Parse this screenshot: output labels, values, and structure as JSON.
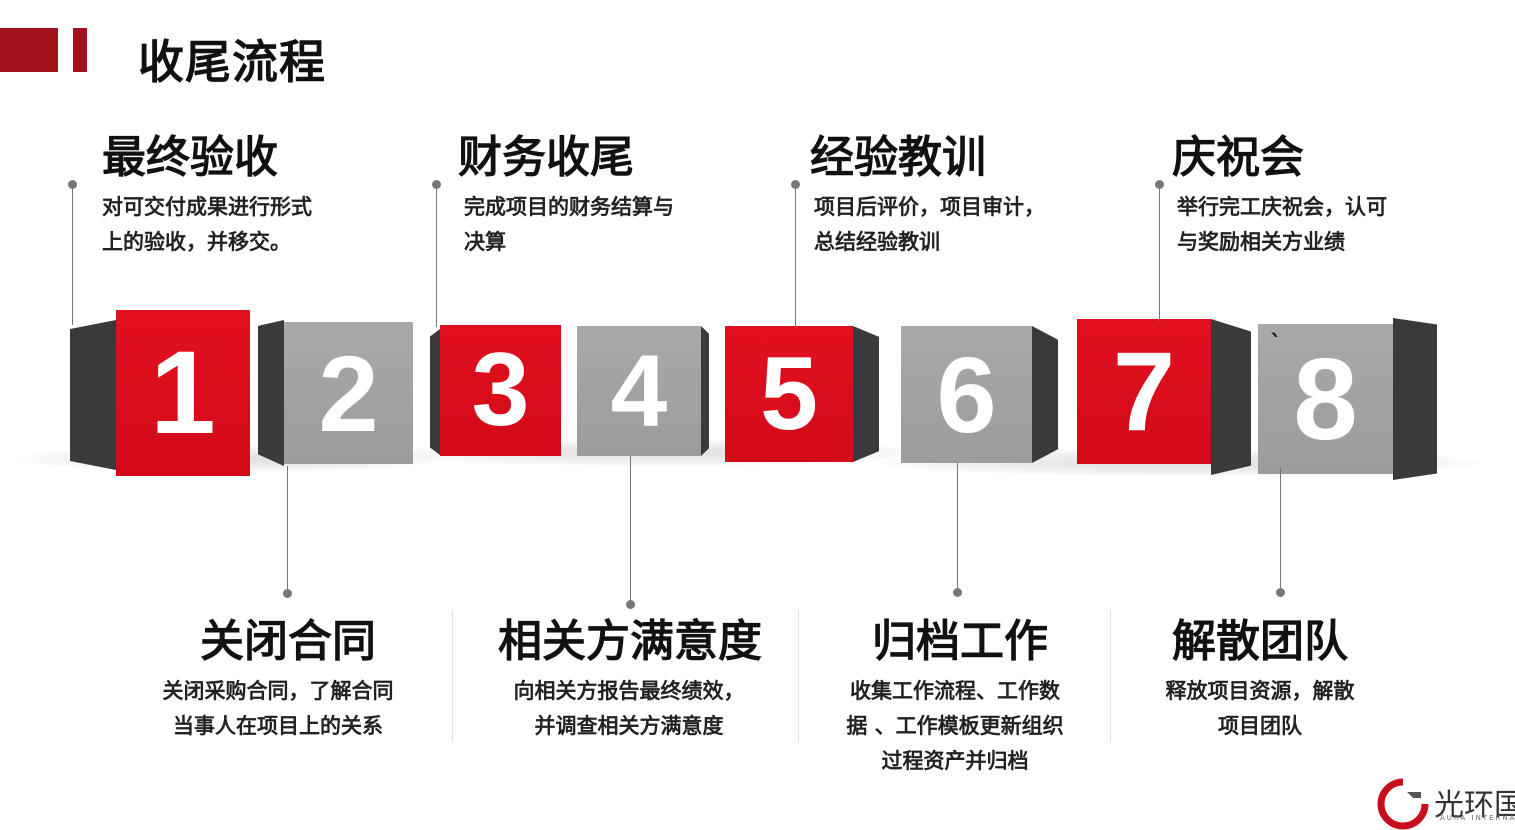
{
  "header": {
    "title": "收尾流程"
  },
  "colors": {
    "red": "#d30a18",
    "grey": "#9c9c9c",
    "dark": "#3a3a3a",
    "accent": "#a3111d"
  },
  "steps": [
    {
      "num": "1",
      "title": "最终验收",
      "desc": [
        "对可交付成果进行形式",
        "上的验收，并移交。"
      ]
    },
    {
      "num": "2",
      "title": "关闭合同",
      "desc": [
        "关闭采购合同，了解合同",
        "当事人在项目上的关系"
      ]
    },
    {
      "num": "3",
      "title": "财务收尾",
      "desc": [
        "完成项目的财务结算与",
        "决算"
      ]
    },
    {
      "num": "4",
      "title": "相关方满意度",
      "desc": [
        "向相关方报告最终绩效，",
        "并调查相关方满意度"
      ]
    },
    {
      "num": "5",
      "title": "经验教训",
      "desc": [
        "项目后评价，项目审计，",
        "总结经验教训"
      ]
    },
    {
      "num": "6",
      "title": "归档工作",
      "desc": [
        "收集工作流程、工作数",
        "据 、工作模板更新组织",
        "过程资产并归档"
      ]
    },
    {
      "num": "7",
      "title": "庆祝会",
      "desc": [
        "举行完工庆祝会，认可",
        "与奖励相关方业绩"
      ]
    },
    {
      "num": "8",
      "title": "解散团队",
      "desc": [
        "释放项目资源，解散",
        "项目团队"
      ]
    }
  ],
  "marks": {
    "tick": "`"
  },
  "logo": {
    "text": "光环国",
    "sub": "AURA INTERNATIONAL",
    "icon": "aura-logo-icon"
  }
}
